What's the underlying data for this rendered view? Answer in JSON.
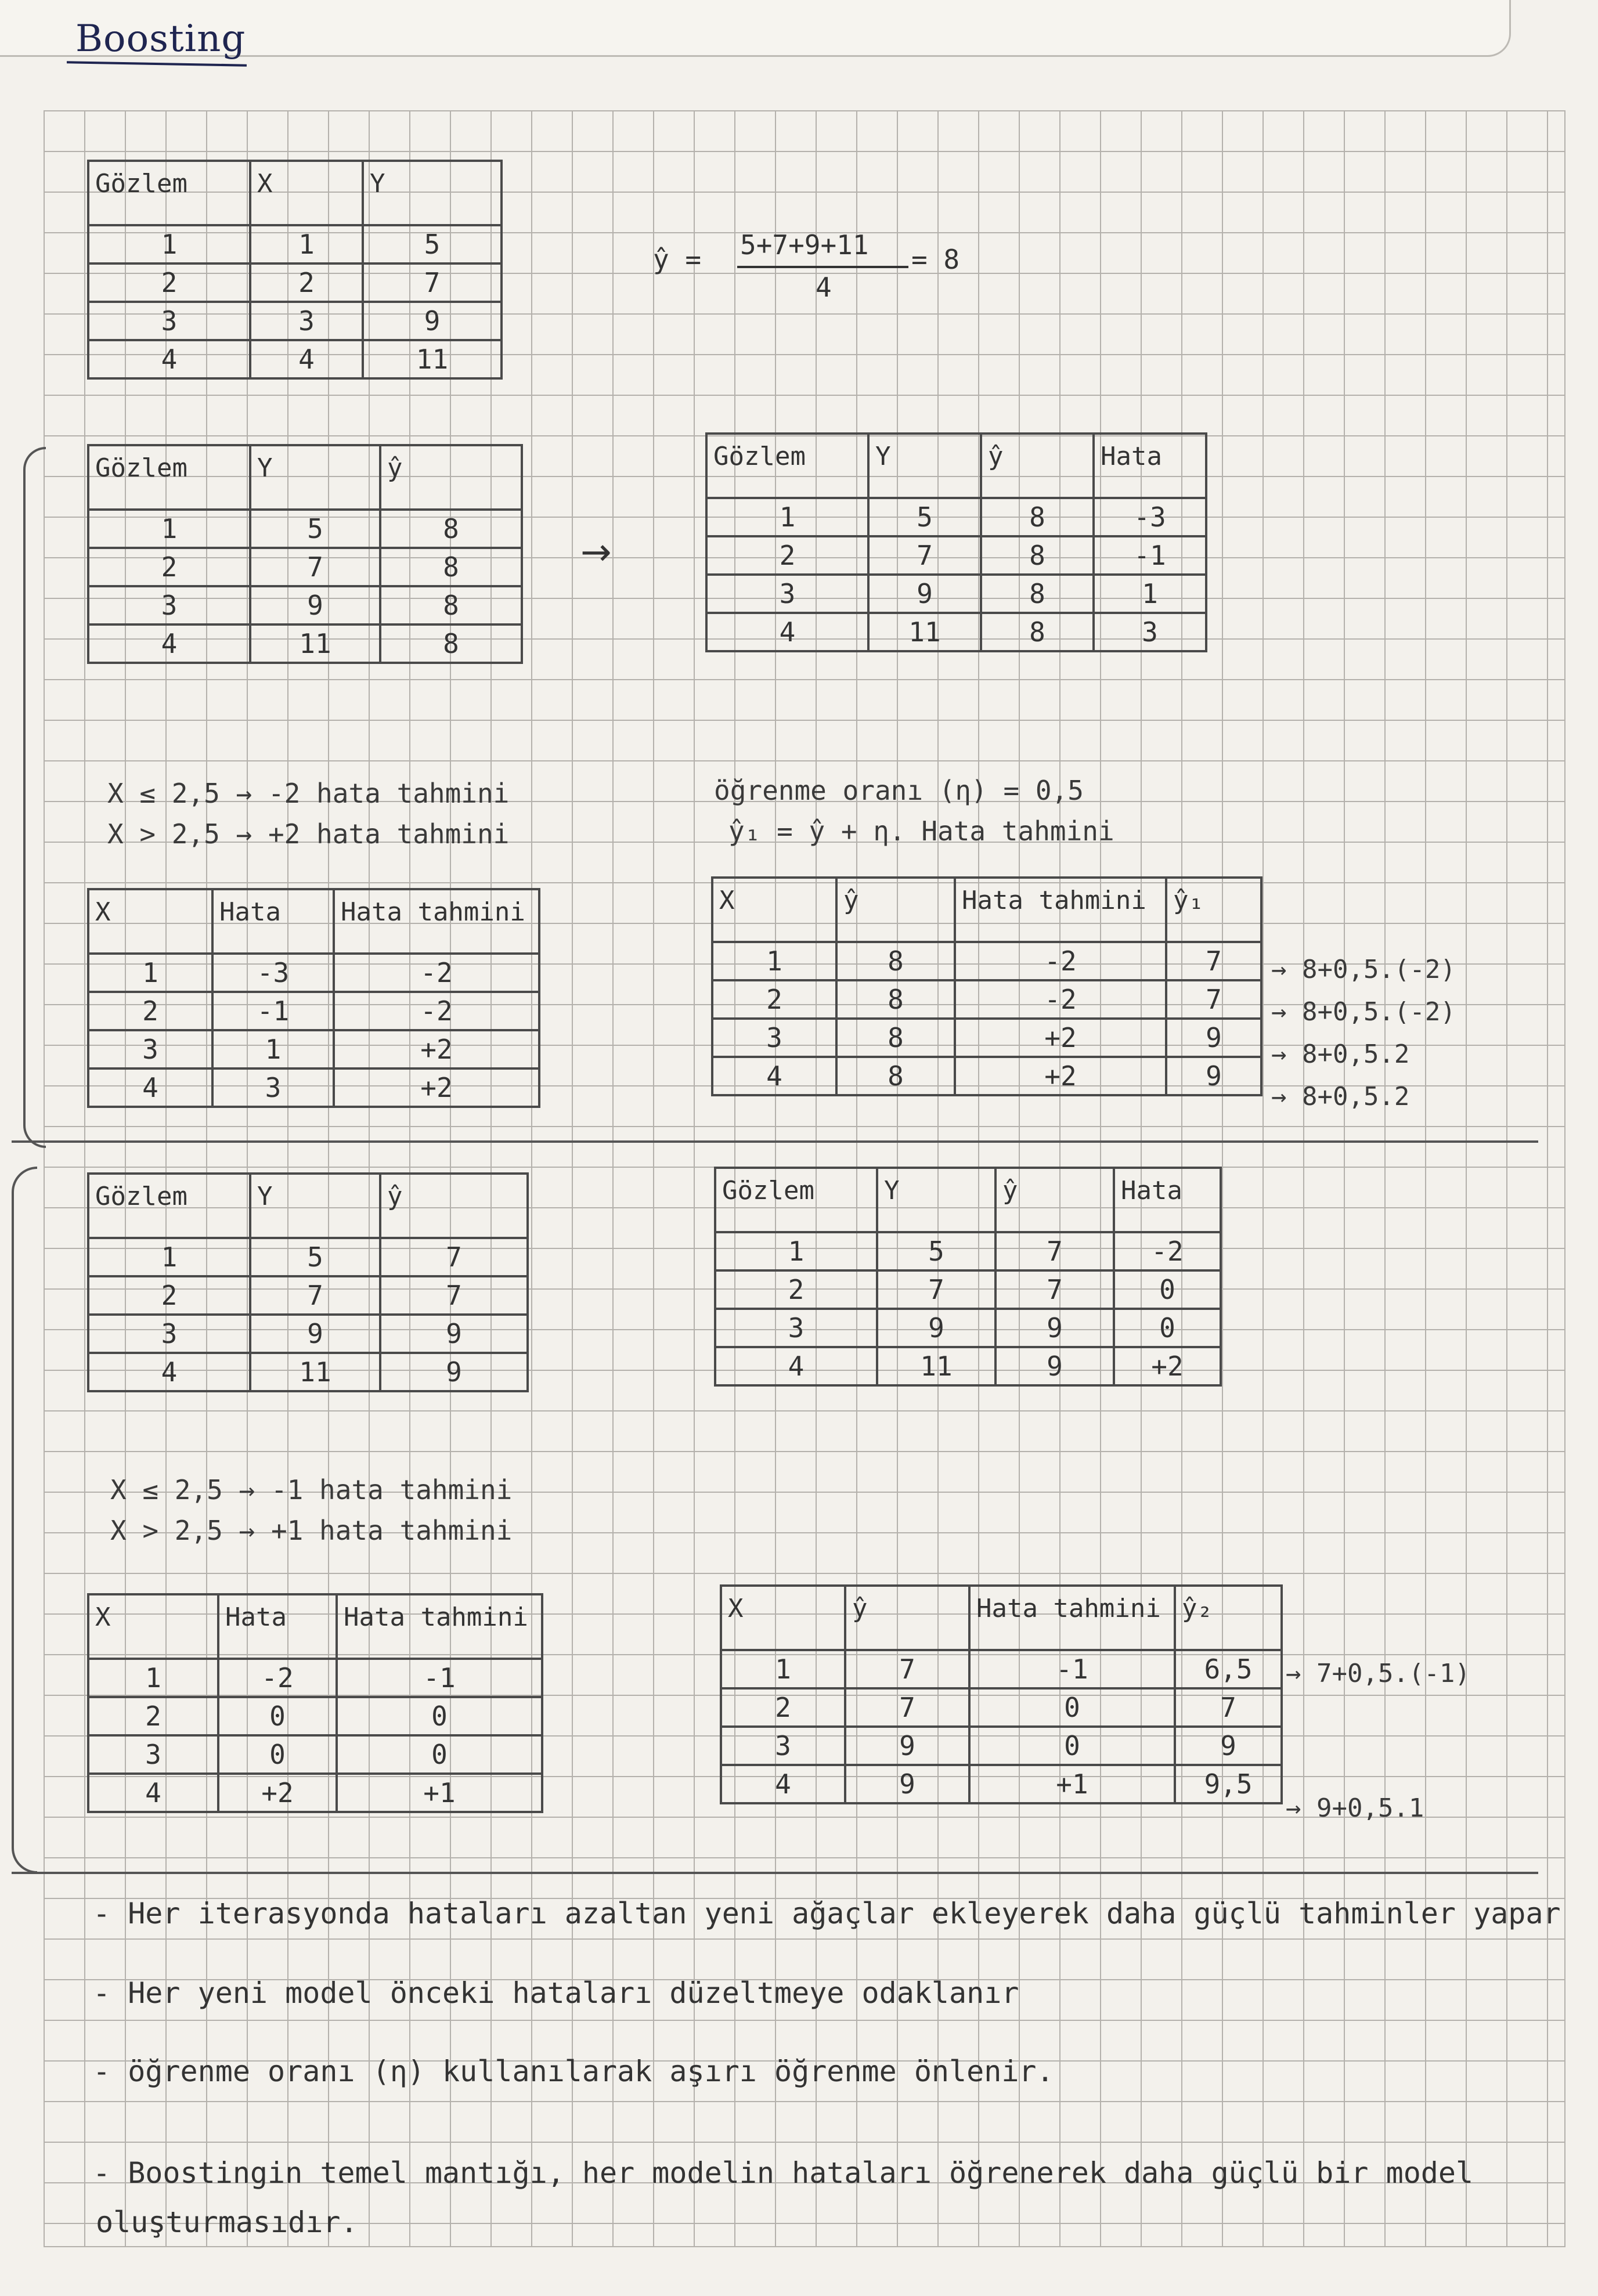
{
  "title": "Boosting",
  "mean_formula": {
    "lhs": "ŷ =",
    "numerator": "5+7+9+11",
    "denominator": "4",
    "result": "= 8"
  },
  "table1": {
    "headers": [
      "Gözlem",
      "X",
      "Y"
    ],
    "rows": [
      [
        "1",
        "1",
        "5"
      ],
      [
        "2",
        "2",
        "7"
      ],
      [
        "3",
        "3",
        "9"
      ],
      [
        "4",
        "4",
        "11"
      ]
    ]
  },
  "table2": {
    "headers": [
      "Gözlem",
      "Y",
      "ŷ"
    ],
    "rows": [
      [
        "1",
        "5",
        "8"
      ],
      [
        "2",
        "7",
        "8"
      ],
      [
        "3",
        "9",
        "8"
      ],
      [
        "4",
        "11",
        "8"
      ]
    ]
  },
  "arrow": "→",
  "table3": {
    "headers": [
      "Gözlem",
      "Y",
      "ŷ",
      "Hata"
    ],
    "rows": [
      [
        "1",
        "5",
        "8",
        "-3"
      ],
      [
        "2",
        "7",
        "8",
        "-1"
      ],
      [
        "3",
        "9",
        "8",
        "1"
      ],
      [
        "4",
        "11",
        "8",
        "3"
      ]
    ]
  },
  "rule1": [
    "X ≤ 2,5 → -2 hata tahmini",
    "X > 2,5 → +2 hata tahmini"
  ],
  "learning_rate": [
    "öğrenme oranı (η) = 0,5",
    "ŷ₁ = ŷ + η. Hata tahmini"
  ],
  "table4": {
    "headers": [
      "X",
      "Hata",
      "Hata tahmini"
    ],
    "rows": [
      [
        "1",
        "-3",
        "-2"
      ],
      [
        "2",
        "-1",
        "-2"
      ],
      [
        "3",
        "1",
        "+2"
      ],
      [
        "4",
        "3",
        "+2"
      ]
    ]
  },
  "table5": {
    "headers": [
      "X",
      "ŷ",
      "Hata tahmini",
      "ŷ₁"
    ],
    "rows": [
      [
        "1",
        "8",
        "-2",
        "7"
      ],
      [
        "2",
        "8",
        "-2",
        "7"
      ],
      [
        "3",
        "8",
        "+2",
        "9"
      ],
      [
        "4",
        "8",
        "+2",
        "9"
      ]
    ]
  },
  "calc1": [
    "→ 8+0,5.(-2)",
    "→ 8+0,5.(-2)",
    "→ 8+0,5.2",
    "→ 8+0,5.2"
  ],
  "table6": {
    "headers": [
      "Gözlem",
      "Y",
      "ŷ"
    ],
    "rows": [
      [
        "1",
        "5",
        "7"
      ],
      [
        "2",
        "7",
        "7"
      ],
      [
        "3",
        "9",
        "9"
      ],
      [
        "4",
        "11",
        "9"
      ]
    ]
  },
  "table7": {
    "headers": [
      "Gözlem",
      "Y",
      "ŷ",
      "Hata"
    ],
    "rows": [
      [
        "1",
        "5",
        "7",
        "-2"
      ],
      [
        "2",
        "7",
        "7",
        "0"
      ],
      [
        "3",
        "9",
        "9",
        "0"
      ],
      [
        "4",
        "11",
        "9",
        "+2"
      ]
    ]
  },
  "rule2": [
    "X ≤ 2,5 → -1 hata tahmini",
    "X > 2,5 → +1 hata tahmini"
  ],
  "table8": {
    "headers": [
      "X",
      "Hata",
      "Hata tahmini"
    ],
    "rows": [
      [
        "1",
        "-2",
        "-1"
      ],
      [
        "2",
        "0",
        "0"
      ],
      [
        "3",
        "0",
        "0"
      ],
      [
        "4",
        "+2",
        "+1"
      ]
    ]
  },
  "table9": {
    "headers": [
      "X",
      "ŷ",
      "Hata tahmini",
      "ŷ₂"
    ],
    "rows": [
      [
        "1",
        "7",
        "-1",
        "6,5"
      ],
      [
        "2",
        "7",
        "0",
        "7"
      ],
      [
        "3",
        "9",
        "0",
        "9"
      ],
      [
        "4",
        "9",
        "+1",
        "9,5"
      ]
    ]
  },
  "calc2": [
    "→ 7+0,5.(-1)",
    "→ 9+0,5.1"
  ],
  "bullets": [
    "- Her iterasyonda hataları azaltan yeni ağaçlar ekleyerek daha güçlü tahminler yapar",
    "- Her yeni model önceki hataları düzeltmeye odaklanır",
    "- öğrenme oranı (η) kullanılarak aşırı öğrenme önlenir.",
    "- Boostingin temel mantığı, her modelin hataları öğrenerek daha güçlü bir model",
    "oluşturmasıdır."
  ]
}
